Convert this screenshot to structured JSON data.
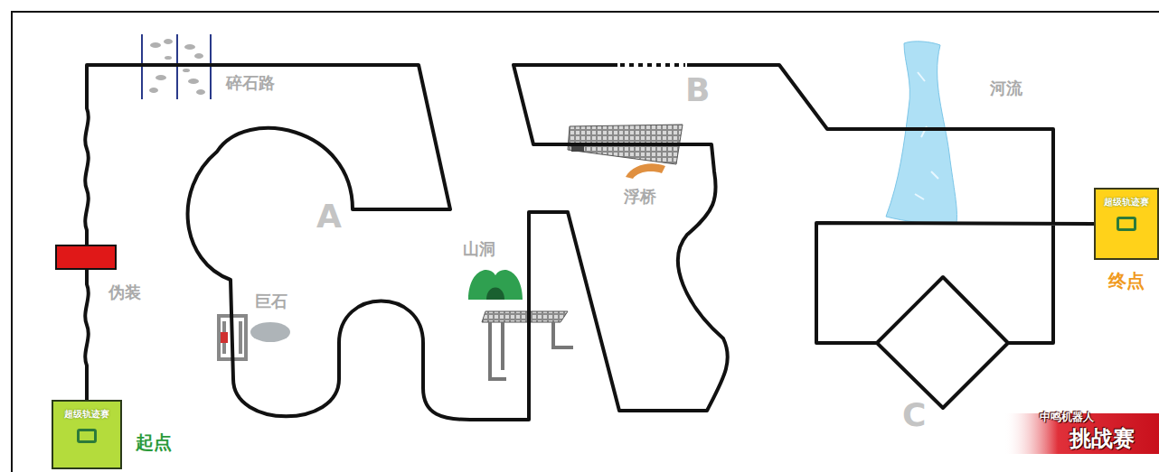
{
  "diagram": {
    "nodes": [
      {
        "text": [
          "超级轨迹赛",
          "起点"
        ]
      },
      {
        "text": [
          "超级轨迹赛",
          "终点"
        ]
      }
    ],
    "edges": [
      {
        "from": 0,
        "to": 1,
        "arrow": "none"
      }
    ],
    "labels": [
      "碎石路",
      "伪装",
      "A",
      "巨石",
      "山洞",
      "浮桥",
      "B",
      "河流",
      "C",
      "中鸣机器人",
      "挑战赛"
    ]
  }
}
